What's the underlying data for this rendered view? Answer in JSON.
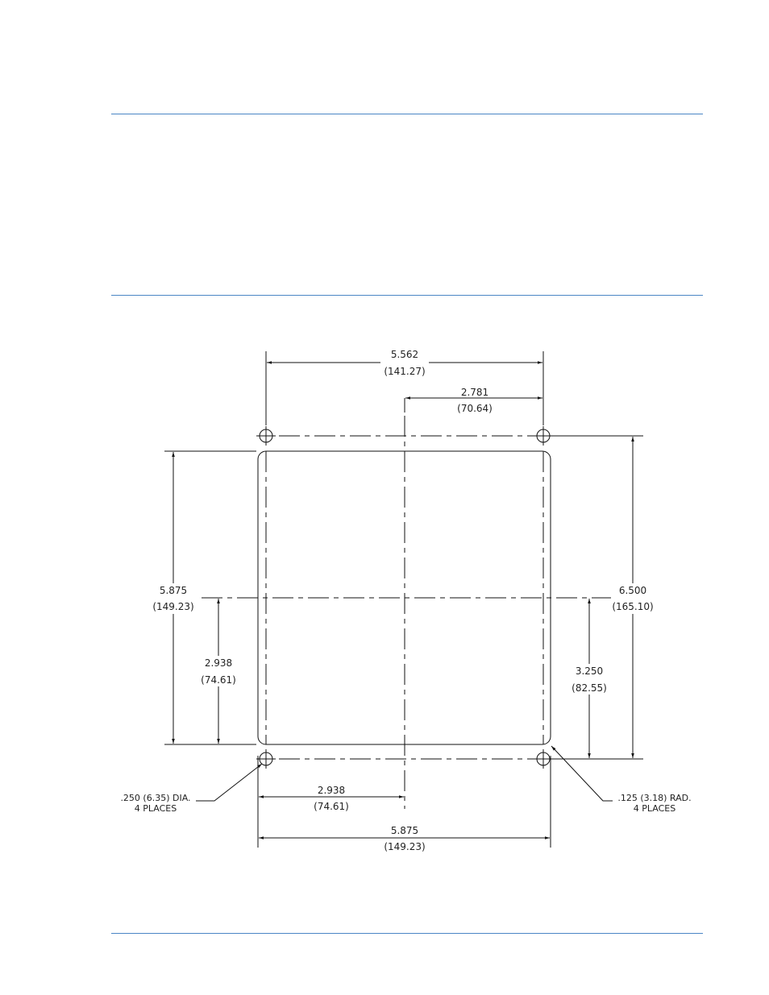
{
  "drawing": {
    "dims": {
      "top_width": {
        "in": "5.562",
        "mm": "(141.27)"
      },
      "top_half": {
        "in": "2.781",
        "mm": "(70.64)"
      },
      "left_height": {
        "in": "5.875",
        "mm": "(149.23)"
      },
      "left_half": {
        "in": "2.938",
        "mm": "(74.61)"
      },
      "right_height": {
        "in": "6.500",
        "mm": "(165.10)"
      },
      "right_half": {
        "in": "3.250",
        "mm": "(82.55)"
      },
      "bottom_half": {
        "in": "2.938",
        "mm": "(74.61)"
      },
      "bottom_width": {
        "in": "5.875",
        "mm": "(149.23)"
      }
    },
    "notes": {
      "hole_dia": {
        "line1": ".250 (6.35) DIA.",
        "line2": "4 PLACES"
      },
      "corner_rad": {
        "line1": ".125 (3.18) RAD.",
        "line2": "4 PLACES"
      }
    }
  },
  "colors": {
    "rule": "#4a86c5",
    "ink": "#111111"
  }
}
